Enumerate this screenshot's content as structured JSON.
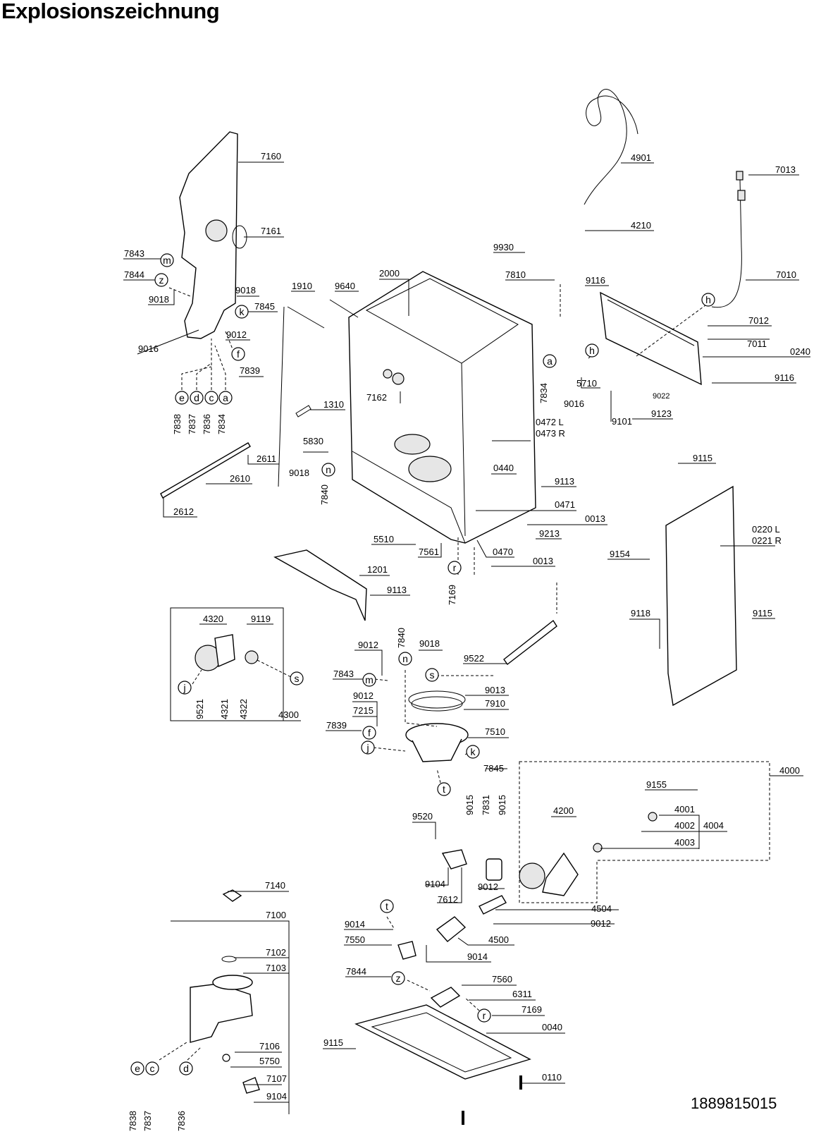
{
  "title": "Explosionszeichnung",
  "document_number": "1889815015",
  "labels": [
    {
      "id": "l7160",
      "text": "7160"
    },
    {
      "id": "l7161",
      "text": "7161"
    },
    {
      "id": "l7843a",
      "text": "7843"
    },
    {
      "id": "l7844a",
      "text": "7844"
    },
    {
      "id": "l9018a",
      "text": "9018"
    },
    {
      "id": "l9018b",
      "text": "9018"
    },
    {
      "id": "l7845a",
      "text": "7845"
    },
    {
      "id": "l9012a",
      "text": "9012"
    },
    {
      "id": "l9016a",
      "text": "9016"
    },
    {
      "id": "l7839a",
      "text": "7839"
    },
    {
      "id": "l7838a",
      "text": "7838"
    },
    {
      "id": "l7837a",
      "text": "7837"
    },
    {
      "id": "l7836a",
      "text": "7836"
    },
    {
      "id": "l7834a",
      "text": "7834"
    },
    {
      "id": "l1910",
      "text": "1910"
    },
    {
      "id": "l9640",
      "text": "9640"
    },
    {
      "id": "l2000",
      "text": "2000"
    },
    {
      "id": "l4901",
      "text": "4901"
    },
    {
      "id": "l7013",
      "text": "7013"
    },
    {
      "id": "l4210",
      "text": "4210"
    },
    {
      "id": "l9930",
      "text": "9930"
    },
    {
      "id": "l7810",
      "text": "7810"
    },
    {
      "id": "l9116a",
      "text": "9116"
    },
    {
      "id": "l7010",
      "text": "7010"
    },
    {
      "id": "l7012",
      "text": "7012"
    },
    {
      "id": "l7011",
      "text": "7011"
    },
    {
      "id": "l0240",
      "text": "0240"
    },
    {
      "id": "l9116b",
      "text": "9116"
    },
    {
      "id": "l7834b",
      "text": "7834"
    },
    {
      "id": "l5710",
      "text": "5710"
    },
    {
      "id": "l9016b",
      "text": "9016"
    },
    {
      "id": "l9022",
      "text": "9022"
    },
    {
      "id": "l9101",
      "text": "9101"
    },
    {
      "id": "l9123",
      "text": "9123"
    },
    {
      "id": "l7162",
      "text": "7162"
    },
    {
      "id": "l1310",
      "text": "1310"
    },
    {
      "id": "l0472",
      "text": "0472 L"
    },
    {
      "id": "l0473",
      "text": "0473 R"
    },
    {
      "id": "l5830",
      "text": "5830"
    },
    {
      "id": "l2611",
      "text": "2611"
    },
    {
      "id": "l2610",
      "text": "2610"
    },
    {
      "id": "l9018c",
      "text": "9018"
    },
    {
      "id": "l7840a",
      "text": "7840"
    },
    {
      "id": "l2612",
      "text": "2612"
    },
    {
      "id": "l0440",
      "text": "0440"
    },
    {
      "id": "l9113a",
      "text": "9113"
    },
    {
      "id": "l0471",
      "text": "0471"
    },
    {
      "id": "l0013a",
      "text": "0013"
    },
    {
      "id": "l9115a",
      "text": "9115"
    },
    {
      "id": "l9213",
      "text": "9213"
    },
    {
      "id": "l5510",
      "text": "5510"
    },
    {
      "id": "l7561",
      "text": "7561"
    },
    {
      "id": "l0470",
      "text": "0470"
    },
    {
      "id": "l0013b",
      "text": "0013"
    },
    {
      "id": "l0220",
      "text": "0220 L"
    },
    {
      "id": "l0221",
      "text": "0221 R"
    },
    {
      "id": "l9154",
      "text": "9154"
    },
    {
      "id": "l1201",
      "text": "1201"
    },
    {
      "id": "l9113b",
      "text": "9113"
    },
    {
      "id": "l7169a",
      "text": "7169"
    },
    {
      "id": "l4320",
      "text": "4320"
    },
    {
      "id": "l9119",
      "text": "9119"
    },
    {
      "id": "l9521",
      "text": "9521"
    },
    {
      "id": "l4321",
      "text": "4321"
    },
    {
      "id": "l4322",
      "text": "4322"
    },
    {
      "id": "l4300",
      "text": "4300"
    },
    {
      "id": "l9118",
      "text": "9118"
    },
    {
      "id": "l9115b",
      "text": "9115"
    },
    {
      "id": "l9012b",
      "text": "9012"
    },
    {
      "id": "l7840b",
      "text": "7840"
    },
    {
      "id": "l9018d",
      "text": "9018"
    },
    {
      "id": "l9522",
      "text": "9522"
    },
    {
      "id": "l7843b",
      "text": "7843"
    },
    {
      "id": "l9013",
      "text": "9013"
    },
    {
      "id": "l9012c",
      "text": "9012"
    },
    {
      "id": "l7910",
      "text": "7910"
    },
    {
      "id": "l7215",
      "text": "7215"
    },
    {
      "id": "l7839b",
      "text": "7839"
    },
    {
      "id": "l7510",
      "text": "7510"
    },
    {
      "id": "l7845b",
      "text": "7845"
    },
    {
      "id": "l4000",
      "text": "4000"
    },
    {
      "id": "l9155",
      "text": "9155"
    },
    {
      "id": "l4001",
      "text": "4001"
    },
    {
      "id": "l4002",
      "text": "4002"
    },
    {
      "id": "l4004",
      "text": "4004"
    },
    {
      "id": "l4003",
      "text": "4003"
    },
    {
      "id": "l9015a",
      "text": "9015"
    },
    {
      "id": "l7831",
      "text": "7831"
    },
    {
      "id": "l9015b",
      "text": "9015"
    },
    {
      "id": "l4200",
      "text": "4200"
    },
    {
      "id": "l9520",
      "text": "9520"
    },
    {
      "id": "l9104a",
      "text": "9104"
    },
    {
      "id": "l7612",
      "text": "7612"
    },
    {
      "id": "l9012d",
      "text": "9012"
    },
    {
      "id": "l4504",
      "text": "4504"
    },
    {
      "id": "l9012e",
      "text": "9012"
    },
    {
      "id": "l7140",
      "text": "7140"
    },
    {
      "id": "l7100",
      "text": "7100"
    },
    {
      "id": "l9014a",
      "text": "9014"
    },
    {
      "id": "l7550",
      "text": "7550"
    },
    {
      "id": "l4500",
      "text": "4500"
    },
    {
      "id": "l9014b",
      "text": "9014"
    },
    {
      "id": "l7102",
      "text": "7102"
    },
    {
      "id": "l7103",
      "text": "7103"
    },
    {
      "id": "l7844b",
      "text": "7844"
    },
    {
      "id": "l7560",
      "text": "7560"
    },
    {
      "id": "l6311",
      "text": "6311"
    },
    {
      "id": "l7169b",
      "text": "7169"
    },
    {
      "id": "l0040",
      "text": "0040"
    },
    {
      "id": "l7106",
      "text": "7106"
    },
    {
      "id": "l9115c",
      "text": "9115"
    },
    {
      "id": "l5750",
      "text": "5750"
    },
    {
      "id": "l7107",
      "text": "7107"
    },
    {
      "id": "l0110",
      "text": "0110"
    },
    {
      "id": "l9104b",
      "text": "9104"
    },
    {
      "id": "l7838b",
      "text": "7838"
    },
    {
      "id": "l7837b",
      "text": "7837"
    },
    {
      "id": "l7836b",
      "text": "7836"
    }
  ],
  "callouts": [
    {
      "id": "c_m1",
      "letter": "m"
    },
    {
      "id": "c_z1",
      "letter": "z"
    },
    {
      "id": "c_k1",
      "letter": "k"
    },
    {
      "id": "c_f1",
      "letter": "f"
    },
    {
      "id": "c_e1",
      "letter": "e"
    },
    {
      "id": "c_d1",
      "letter": "d"
    },
    {
      "id": "c_c1",
      "letter": "c"
    },
    {
      "id": "c_a1",
      "letter": "a"
    },
    {
      "id": "c_h1",
      "letter": "h"
    },
    {
      "id": "c_h2",
      "letter": "h"
    },
    {
      "id": "c_a2",
      "letter": "a"
    },
    {
      "id": "c_n1",
      "letter": "n"
    },
    {
      "id": "c_r1",
      "letter": "r"
    },
    {
      "id": "c_j1",
      "letter": "j"
    },
    {
      "id": "c_s1",
      "letter": "s"
    },
    {
      "id": "c_n2",
      "letter": "n"
    },
    {
      "id": "c_s2",
      "letter": "s"
    },
    {
      "id": "c_m2",
      "letter": "m"
    },
    {
      "id": "c_f2",
      "letter": "f"
    },
    {
      "id": "c_k2",
      "letter": "k"
    },
    {
      "id": "c_j2",
      "letter": "j"
    },
    {
      "id": "c_t1",
      "letter": "t"
    },
    {
      "id": "c_t2",
      "letter": "t"
    },
    {
      "id": "c_z2",
      "letter": "z"
    },
    {
      "id": "c_r2",
      "letter": "r"
    },
    {
      "id": "c_e2",
      "letter": "e"
    },
    {
      "id": "c_c2",
      "letter": "c"
    },
    {
      "id": "c_d2",
      "letter": "d"
    }
  ]
}
